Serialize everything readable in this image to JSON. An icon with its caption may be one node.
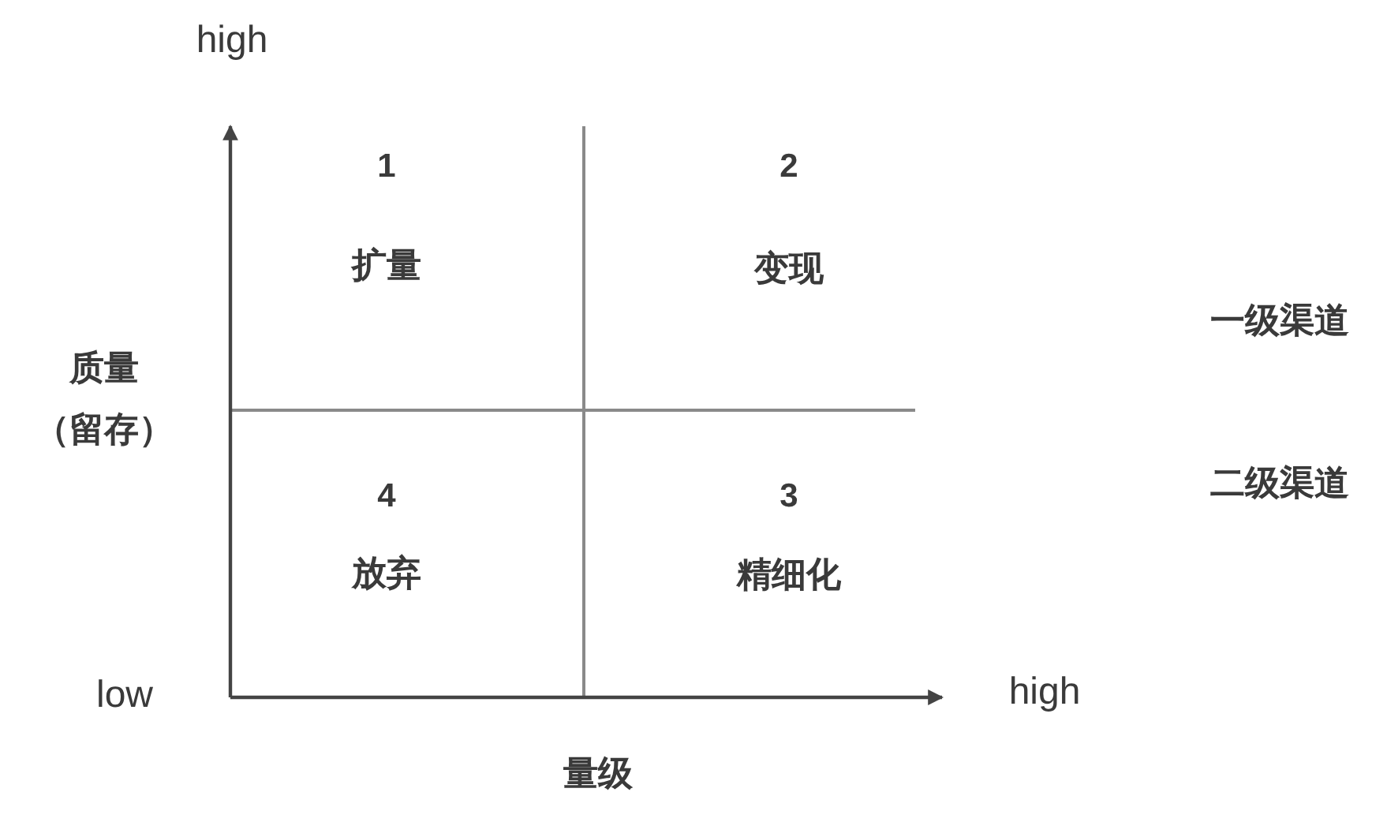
{
  "diagram": {
    "labels": [
      "high",
      "1",
      "2",
      "扩量",
      "变现",
      "一级渠道",
      "质量",
      "（留存）",
      "二级渠道",
      "4",
      "3",
      "放弃",
      "精细化",
      "low",
      "high",
      "量级"
    ]
  }
}
